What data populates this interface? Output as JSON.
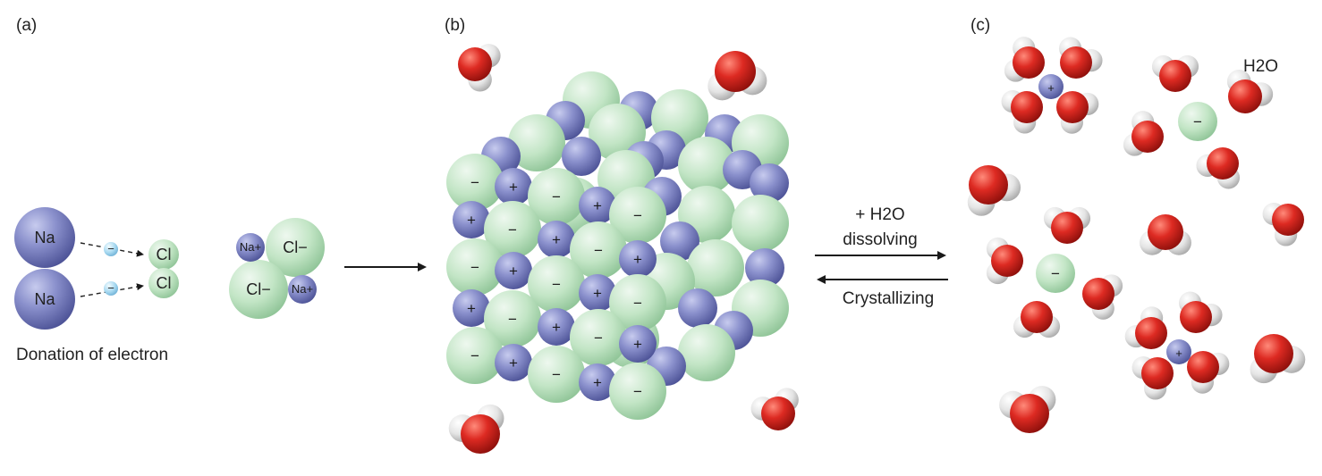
{
  "panels": {
    "a": {
      "label": "(a)"
    },
    "b": {
      "label": "(b)"
    },
    "c": {
      "label": "(c)"
    }
  },
  "atoms": {
    "na": "Na",
    "cl": "Cl",
    "na_ion": "Na+",
    "cl_ion": "Cl−",
    "minus": "−",
    "plus": "+"
  },
  "captions": {
    "donation": "Donation of electron",
    "water": "H2O"
  },
  "process": {
    "forward_prefix": "+ H2O",
    "forward_verb": "dissolving",
    "reverse": "Crystallizing"
  },
  "colors": {
    "sodium": "#8088c8",
    "chloride": "#bfe5c2",
    "oxygen": "#d42a22",
    "hydrogen": "#e6e6e6",
    "electron": "#a8d8f0"
  }
}
